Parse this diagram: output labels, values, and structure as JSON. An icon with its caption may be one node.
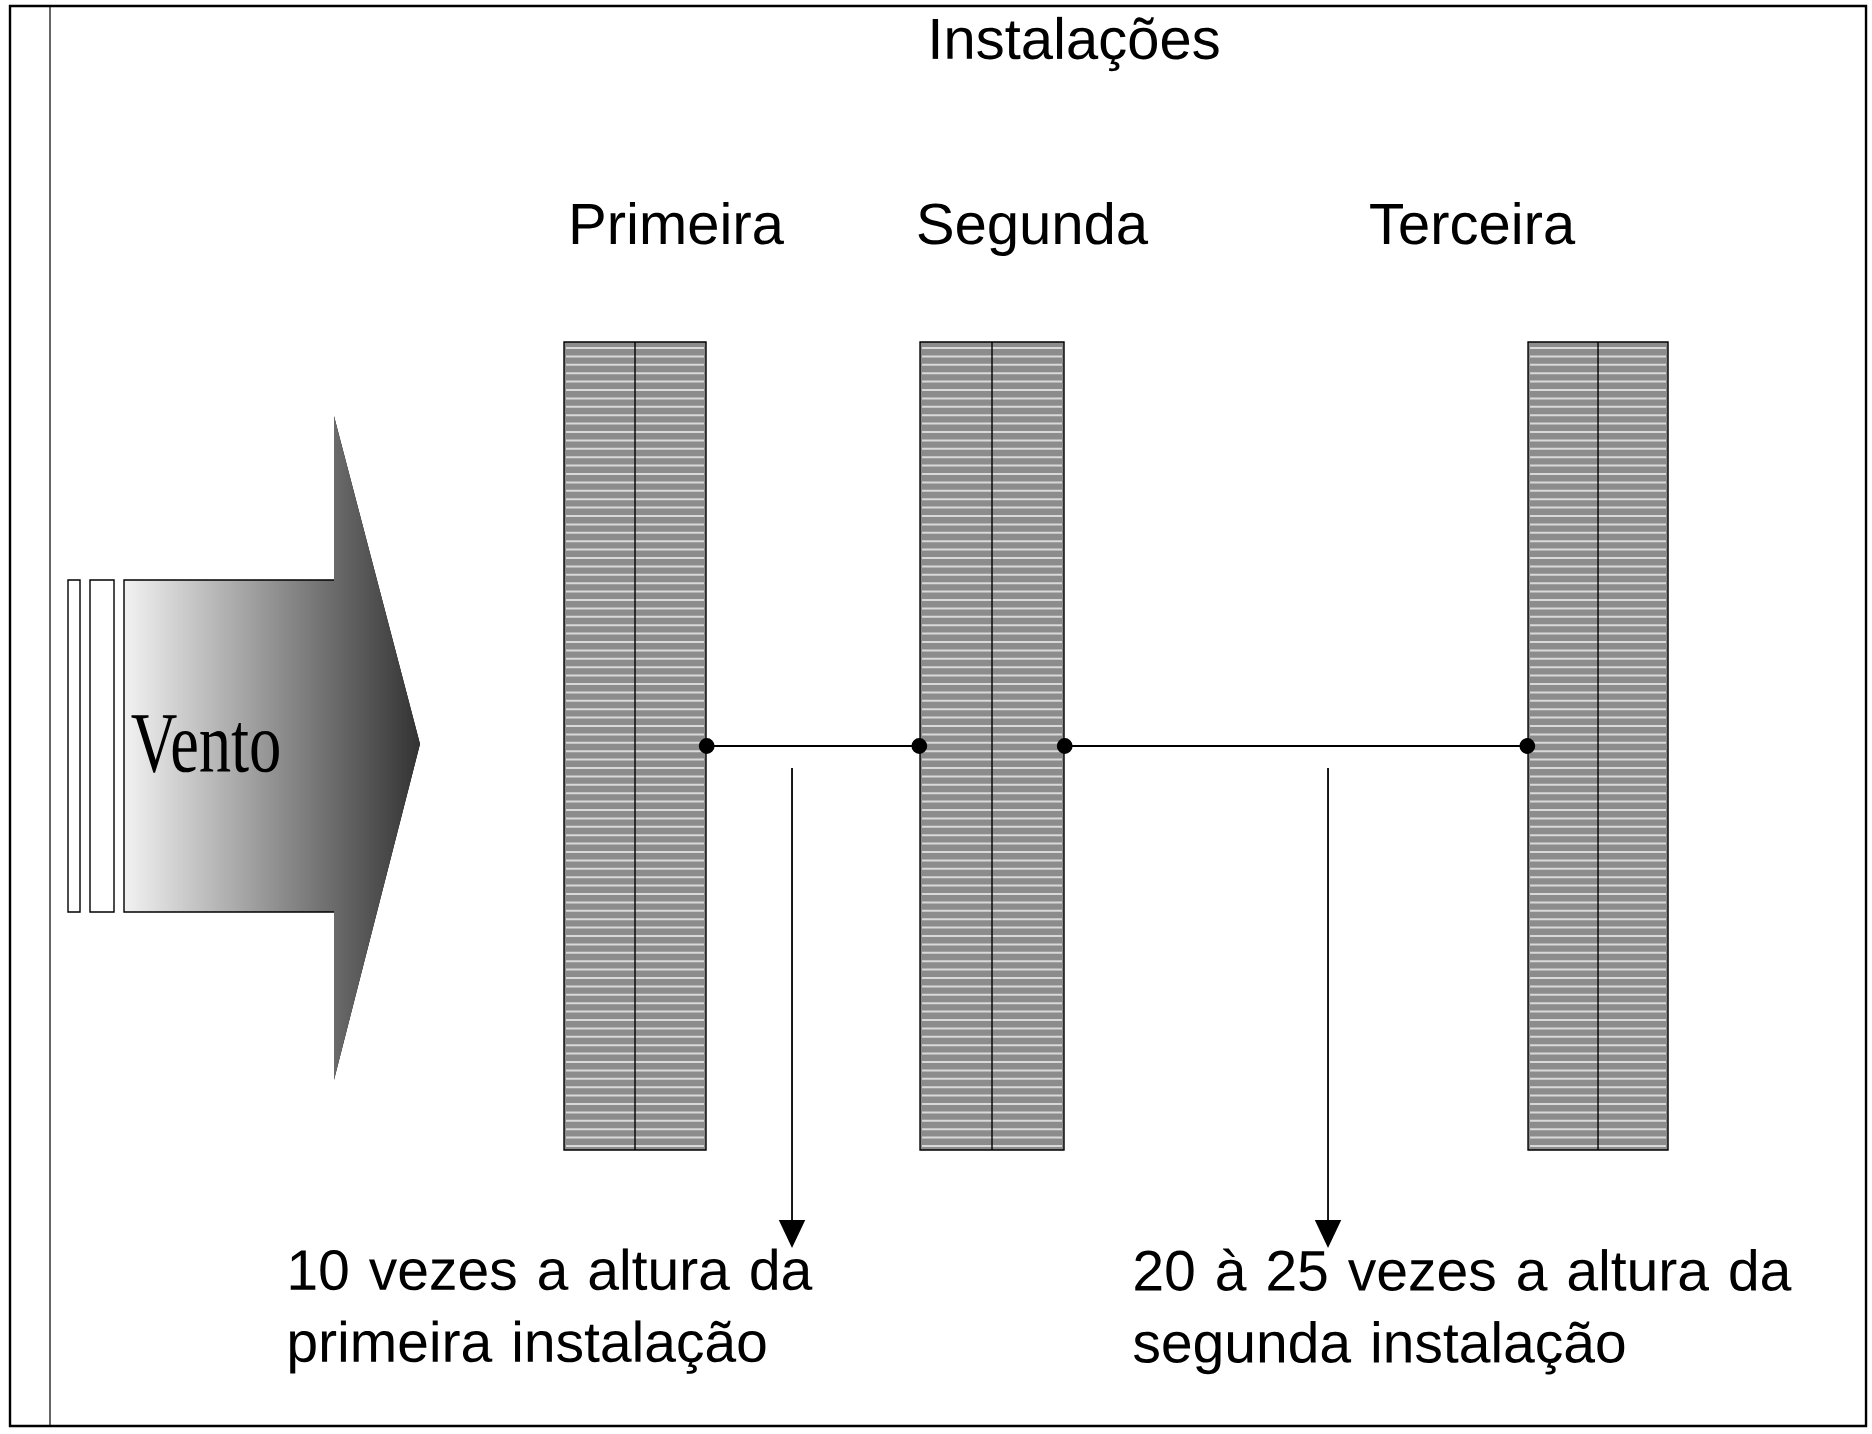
{
  "diagram": {
    "title": "Instalações",
    "nodes": [
      {
        "text": [
          "Vento"
        ]
      },
      {
        "text": [
          "Primeira"
        ]
      },
      {
        "text": [
          "Segunda"
        ]
      },
      {
        "text": [
          "Terceira"
        ]
      },
      {
        "text": [
          "10 vezes a altura da primeira instalação"
        ]
      },
      {
        "text": [
          "20 à 25 vezes a altura da segunda instalação"
        ]
      }
    ],
    "edges": [
      {
        "from": null,
        "to": 4,
        "arrow": "to"
      },
      {
        "from": null,
        "to": 5,
        "arrow": "to"
      }
    ]
  }
}
